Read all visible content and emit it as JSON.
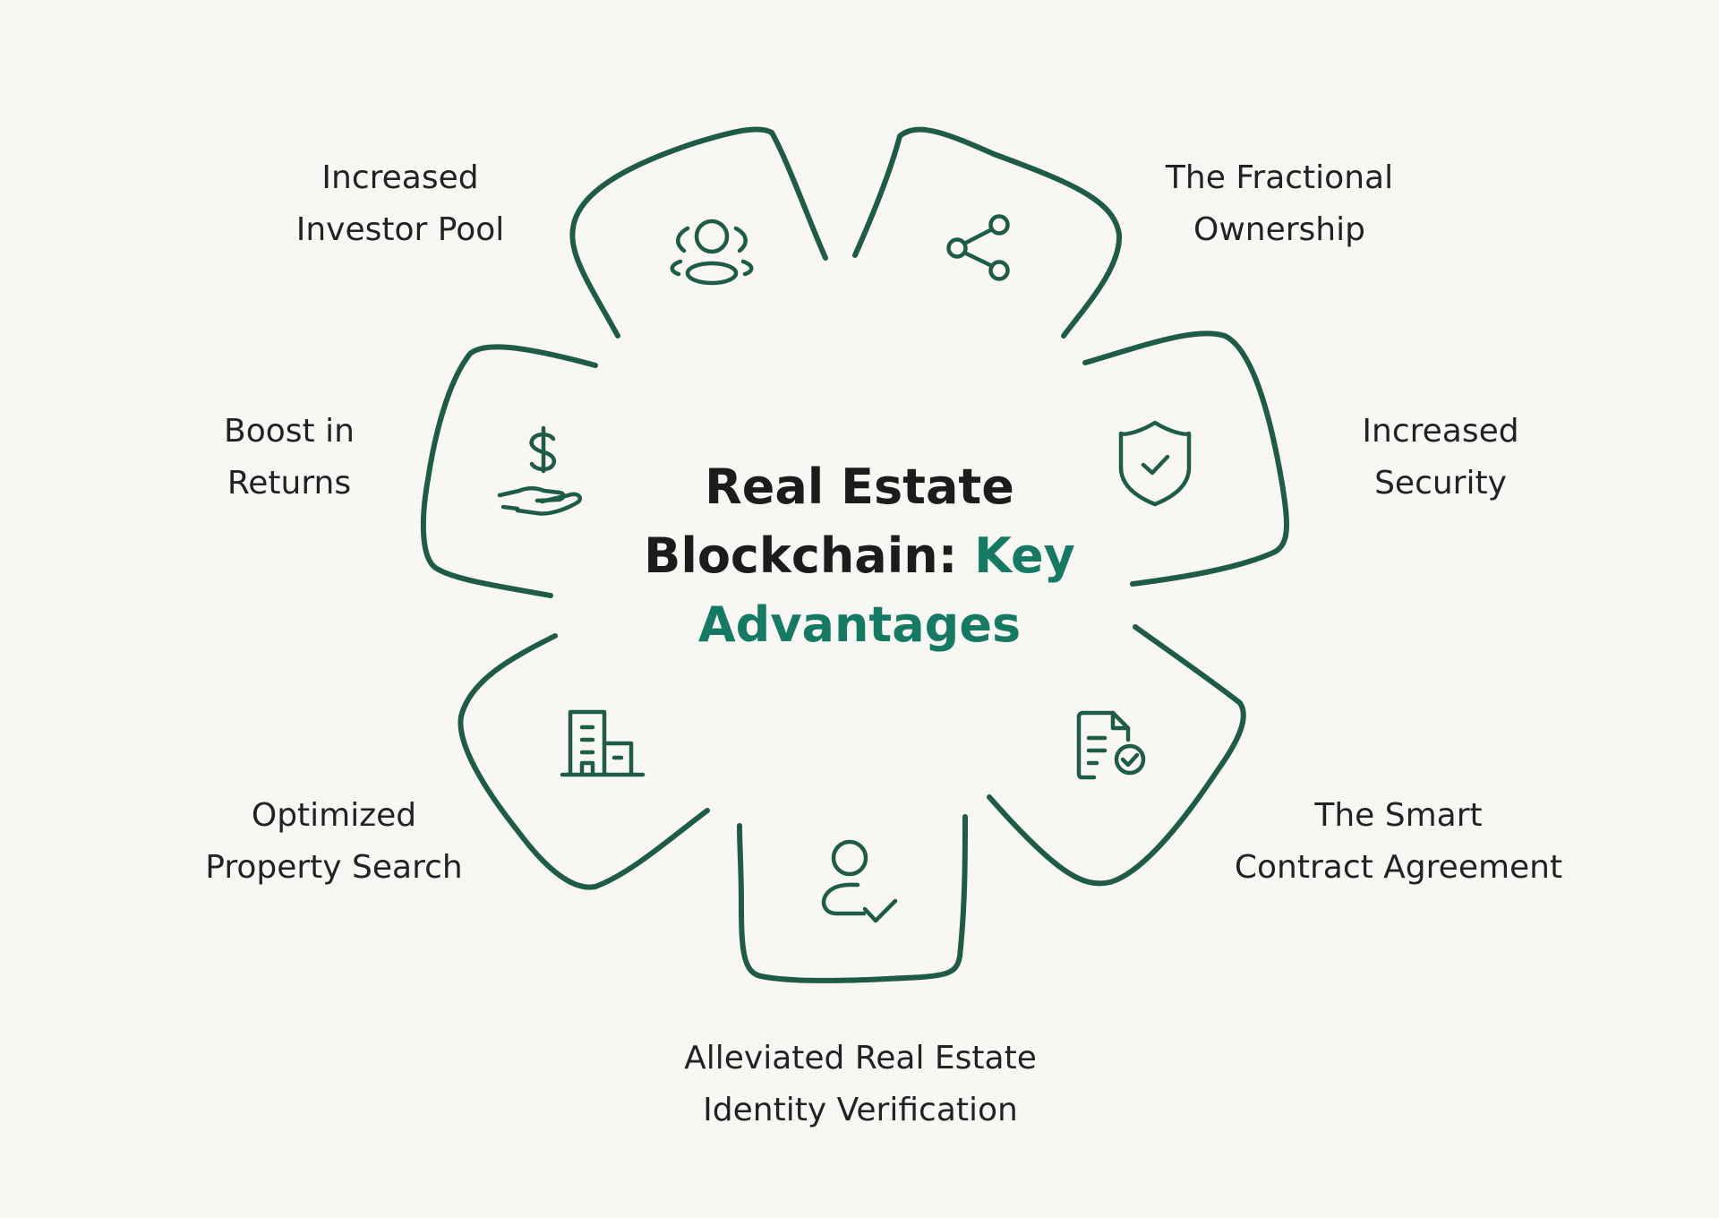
{
  "colors": {
    "background": "#f8f7f4",
    "outline": "#1e5c48",
    "icon": "#1e5c48",
    "accent": "#157a63",
    "text": "#1f2324"
  },
  "title": {
    "line1": "Real Estate",
    "line2_dark": "Blockchain:",
    "line2_accent": "Key",
    "line3_accent": "Advantages"
  },
  "segments": [
    {
      "icon": "people-group-icon",
      "lines": [
        "Increased",
        "Investor Pool"
      ]
    },
    {
      "icon": "share-nodes-icon",
      "lines": [
        "The Fractional",
        "Ownership"
      ]
    },
    {
      "icon": "shield-check-icon",
      "lines": [
        "Increased",
        "Security"
      ]
    },
    {
      "icon": "document-check-icon",
      "lines": [
        "The Smart",
        "Contract Agreement"
      ]
    },
    {
      "icon": "user-check-icon",
      "lines": [
        "Alleviated Real Estate",
        "Identity Verification"
      ]
    },
    {
      "icon": "buildings-icon",
      "lines": [
        "Optimized",
        "Property Search"
      ]
    },
    {
      "icon": "hand-dollar-icon",
      "lines": [
        "Boost in",
        "Returns"
      ]
    }
  ]
}
